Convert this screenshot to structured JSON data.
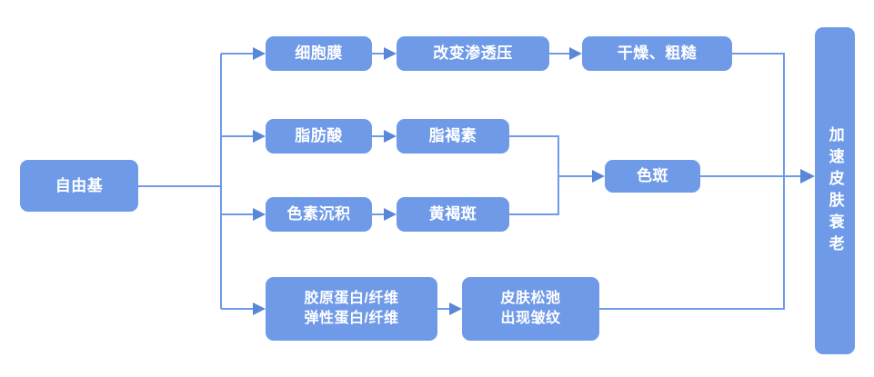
{
  "diagram": {
    "title_node": {
      "label": "自由基"
    },
    "branches": [
      {
        "id": "membrane",
        "steps": [
          {
            "label": "细胞膜"
          },
          {
            "label": "改变渗透压"
          },
          {
            "label": "干燥、粗糙"
          }
        ]
      },
      {
        "id": "fatty-acid",
        "steps": [
          {
            "label": "脂肪酸"
          },
          {
            "label": "脂褐素"
          }
        ]
      },
      {
        "id": "pigment",
        "steps": [
          {
            "label": "色素沉积"
          },
          {
            "label": "黄褐斑"
          }
        ]
      },
      {
        "id": "collagen",
        "steps": [
          {
            "label": "胶原蛋白/纤维\n弹性蛋白/纤维"
          },
          {
            "label": "皮肤松弛\n出现皱纹"
          }
        ]
      }
    ],
    "merge_node": {
      "label": "色斑"
    },
    "outcome_node": {
      "label": "加速皮肤衰老"
    },
    "colors": {
      "node_fill": "#6f9ae8",
      "node_text": "#ffffff",
      "connector": "#6f9ae8",
      "arrow_head": "#5b87d8",
      "background": "#ffffff"
    }
  }
}
